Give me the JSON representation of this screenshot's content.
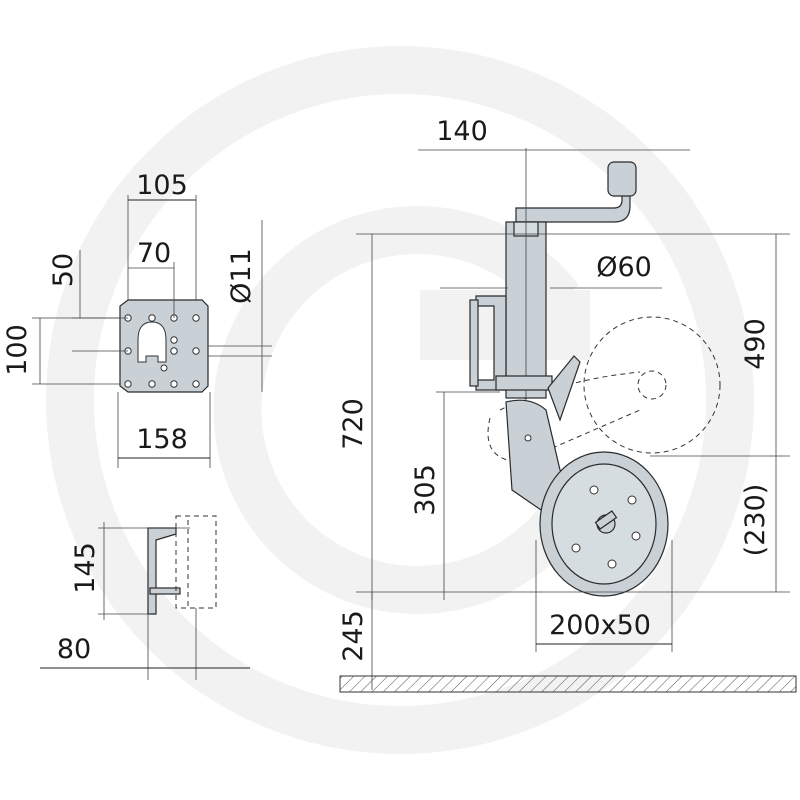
{
  "dimensions": {
    "plate_width_105": "105",
    "plate_hole_spacing_70": "70",
    "plate_offset_50": "50",
    "plate_height_100": "100",
    "plate_hole_dia": "Ø11",
    "plate_width_158": "158",
    "bracket_height_145": "145",
    "bracket_depth_80": "80",
    "crank_offset_140": "140",
    "tube_dia": "Ø60",
    "total_height_720": "720",
    "upper_height_490": "490",
    "lower_height_305": "305",
    "retracted_230": "(230)",
    "ground_clearance_245": "245",
    "wheel_size": "200x50"
  },
  "colors": {
    "part_fill": "#c9d1d6",
    "ground_fill": "#c5ccd0",
    "watermark": "#f1f1f1"
  }
}
